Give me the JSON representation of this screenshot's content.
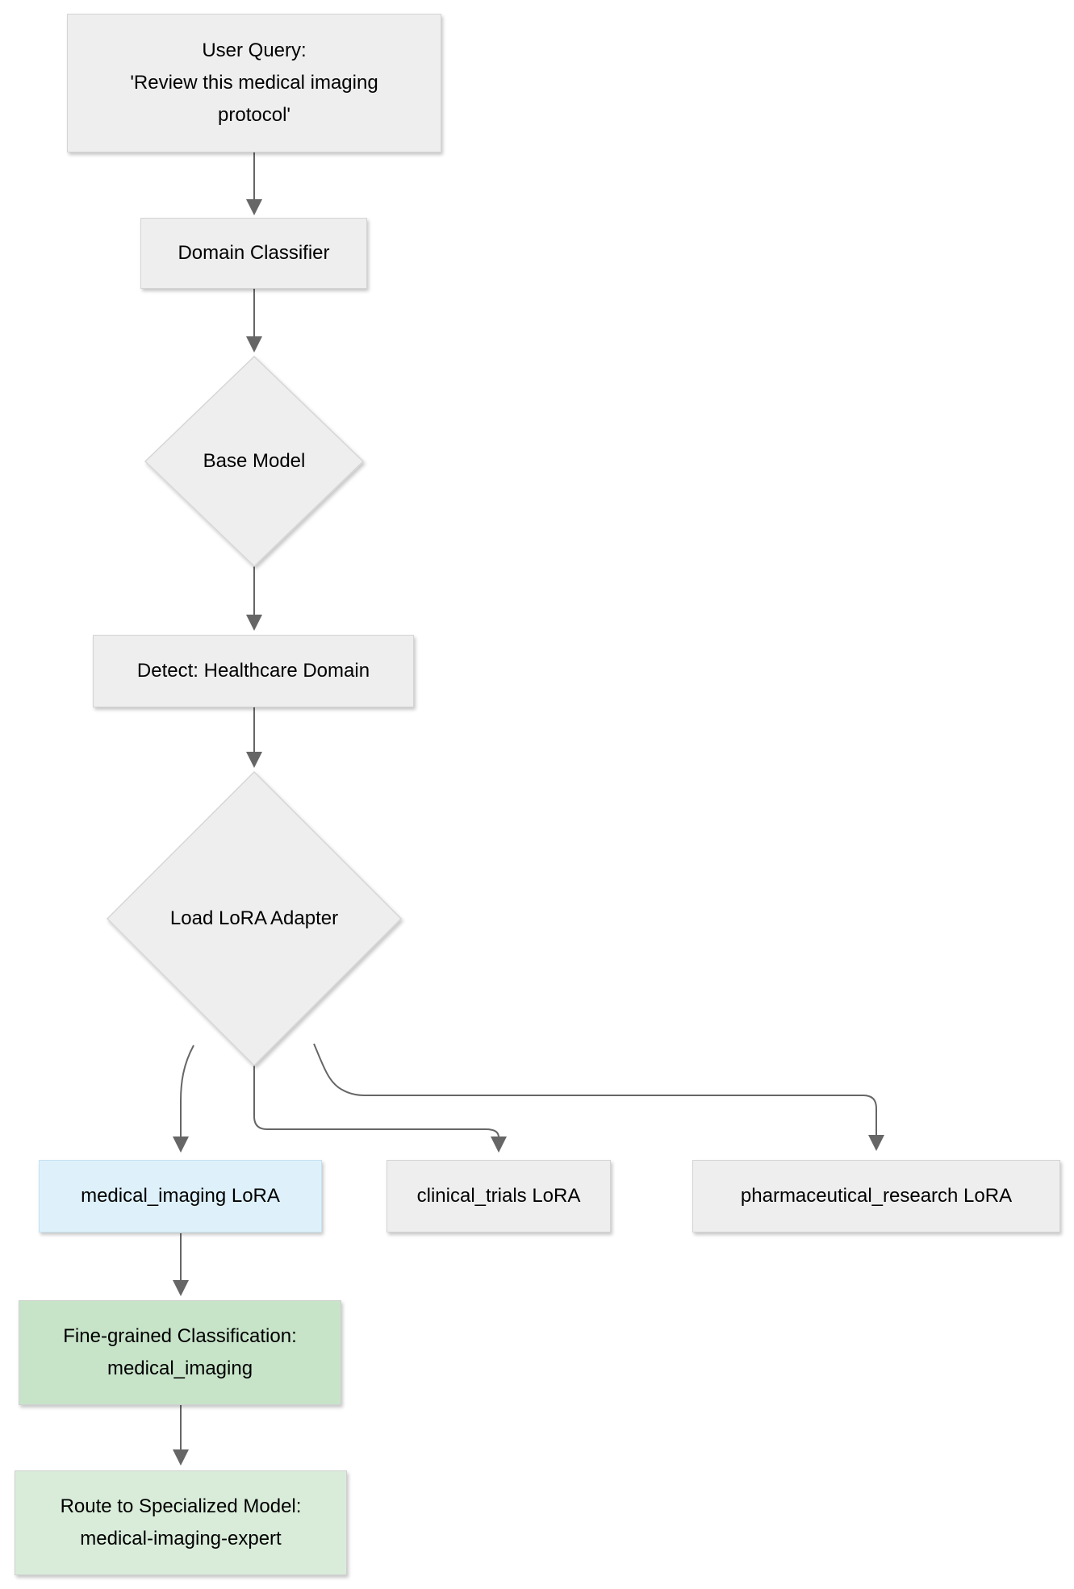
{
  "diagram": {
    "type": "flowchart",
    "direction": "top-down",
    "colors": {
      "node_gray_fill": "#eeeeee",
      "node_gray_border": "#d4d4d4",
      "highlight_blue_fill": "#def1fb",
      "highlight_blue_border": "#c6e2f0",
      "green_classification_fill": "#c7e4c9",
      "green_route_fill": "#d9ecda",
      "green_border": "#d0d0d0",
      "edge_color": "#666666",
      "text_color": "#000000"
    },
    "nodes": {
      "user_query": {
        "shape": "rect",
        "line1": "User Query:",
        "line2": "'Review this medical imaging",
        "line3": "protocol'"
      },
      "domain_classifier": {
        "shape": "rect",
        "label": "Domain Classifier"
      },
      "base_model": {
        "shape": "diamond",
        "label": "Base Model"
      },
      "detect_domain": {
        "shape": "rect",
        "label": "Detect: Healthcare Domain"
      },
      "load_lora": {
        "shape": "diamond",
        "label": "Load LoRA Adapter"
      },
      "medical_imaging_lora": {
        "shape": "rect",
        "label": "medical_imaging LoRA"
      },
      "clinical_trials_lora": {
        "shape": "rect",
        "label": "clinical_trials LoRA"
      },
      "pharmaceutical_research_lora": {
        "shape": "rect",
        "label": "pharmaceutical_research LoRA"
      },
      "fine_grained": {
        "shape": "rect",
        "line1": "Fine-grained Classification:",
        "line2": "medical_imaging"
      },
      "route_specialized": {
        "shape": "rect",
        "line1": "Route to Specialized Model:",
        "line2": "medical-imaging-expert"
      }
    },
    "edges": [
      {
        "from": "user_query",
        "to": "domain_classifier"
      },
      {
        "from": "domain_classifier",
        "to": "base_model"
      },
      {
        "from": "base_model",
        "to": "detect_domain"
      },
      {
        "from": "detect_domain",
        "to": "load_lora"
      },
      {
        "from": "load_lora",
        "to": "medical_imaging_lora"
      },
      {
        "from": "load_lora",
        "to": "clinical_trials_lora"
      },
      {
        "from": "load_lora",
        "to": "pharmaceutical_research_lora"
      },
      {
        "from": "medical_imaging_lora",
        "to": "fine_grained"
      },
      {
        "from": "fine_grained",
        "to": "route_specialized"
      }
    ]
  }
}
